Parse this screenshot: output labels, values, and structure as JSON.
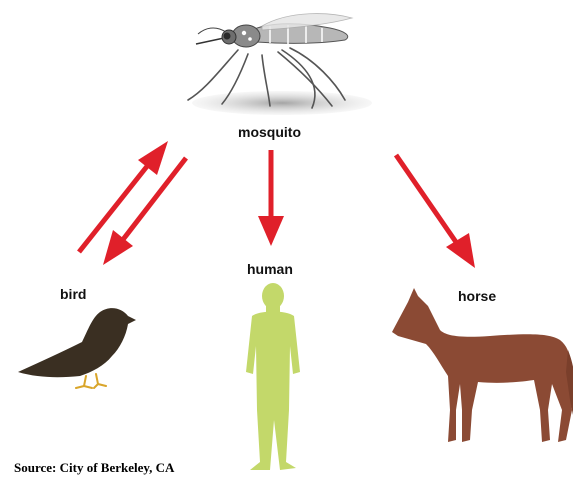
{
  "nodes": {
    "mosquito": "mosquito",
    "bird": "bird",
    "human": "human",
    "horse": "horse"
  },
  "source": "Source:  City of Berkeley, CA",
  "colors": {
    "arrow": "#e0202a",
    "bird": "#3a2f22",
    "human": "#c3d86a",
    "horse": "#8b4a34",
    "mosquito": "#b9b9b9"
  },
  "arrows": [
    {
      "from": "bird",
      "to": "mosquito"
    },
    {
      "from": "mosquito",
      "to": "bird"
    },
    {
      "from": "mosquito",
      "to": "human"
    },
    {
      "from": "mosquito",
      "to": "horse"
    }
  ]
}
